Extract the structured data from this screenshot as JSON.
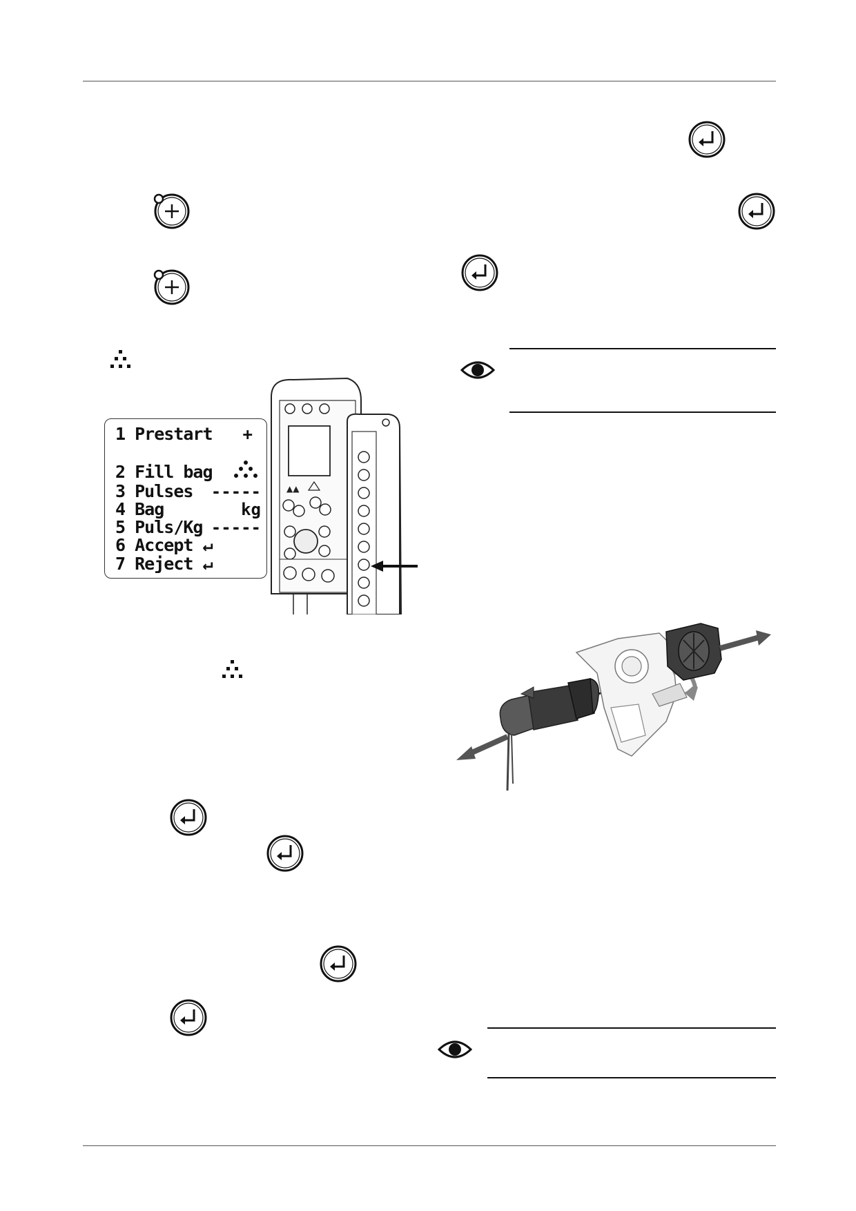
{
  "lcd_menu": {
    "items": [
      {
        "num": "1",
        "label": "Prestart",
        "value": "+"
      },
      {
        "num": "2",
        "label": "Fill bag",
        "value": "fill-bag-icon"
      },
      {
        "num": "3",
        "label": "Pulses",
        "value": "-----"
      },
      {
        "num": "4",
        "label": "Bag",
        "value": "kg"
      },
      {
        "num": "5",
        "label": "Puls/Kg",
        "value": "-----"
      },
      {
        "num": "6",
        "label": "Accept",
        "value": "↵"
      },
      {
        "num": "7",
        "label": "Reject",
        "value": "↵"
      }
    ]
  },
  "icons": {
    "enter": "enter-key-icon",
    "plus": "plus-key-icon",
    "fill_bag": "fill-bag-icon",
    "note": "eye-note-icon"
  },
  "colors": {
    "ink": "#111111",
    "rule": "#555555",
    "part_dark": "#3a3a3a",
    "part_light": "#f4f4f4"
  }
}
